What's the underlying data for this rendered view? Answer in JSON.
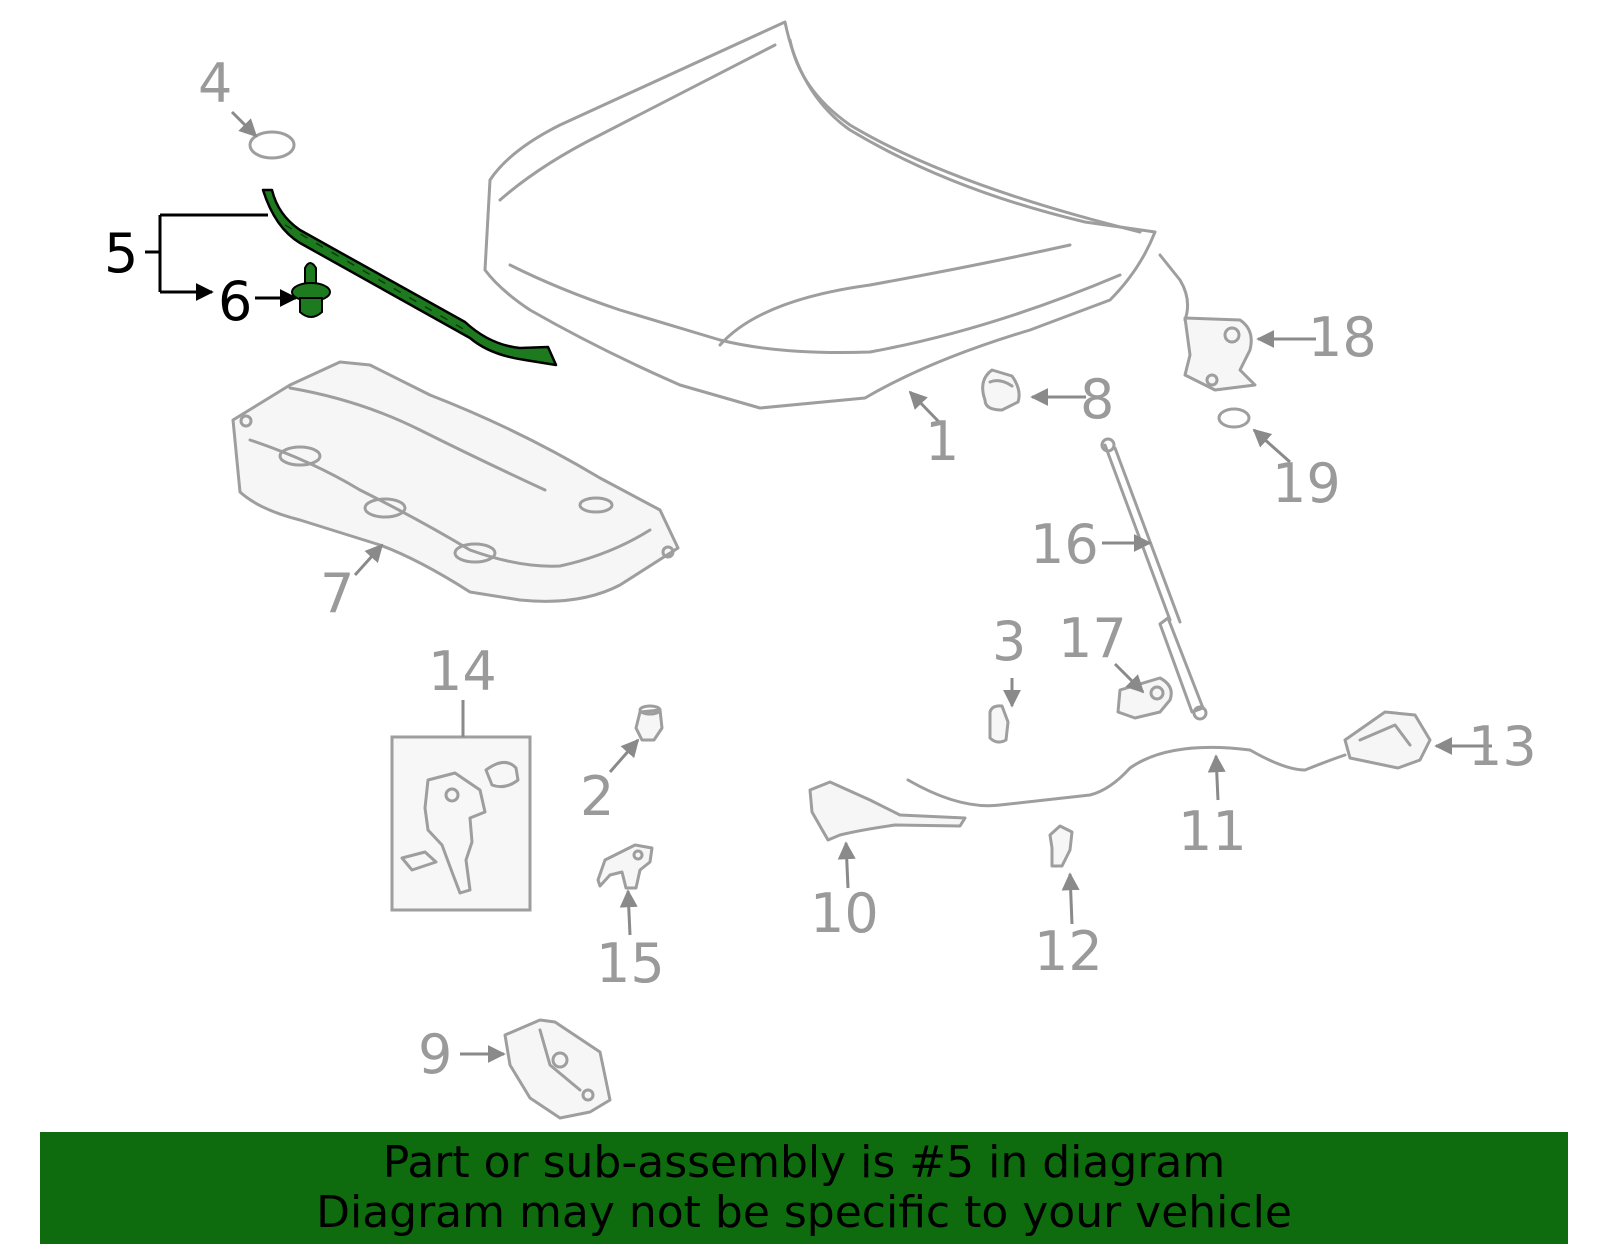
{
  "callouts": [
    {
      "id": "1",
      "text": "1",
      "highlight": false
    },
    {
      "id": "2",
      "text": "2",
      "highlight": false
    },
    {
      "id": "3",
      "text": "3",
      "highlight": false
    },
    {
      "id": "4",
      "text": "4",
      "highlight": false
    },
    {
      "id": "5",
      "text": "5",
      "highlight": true
    },
    {
      "id": "6",
      "text": "6",
      "highlight": true
    },
    {
      "id": "7",
      "text": "7",
      "highlight": false
    },
    {
      "id": "8",
      "text": "8",
      "highlight": false
    },
    {
      "id": "9",
      "text": "9",
      "highlight": false
    },
    {
      "id": "10",
      "text": "10",
      "highlight": false
    },
    {
      "id": "11",
      "text": "11",
      "highlight": false
    },
    {
      "id": "12",
      "text": "12",
      "highlight": false
    },
    {
      "id": "13",
      "text": "13",
      "highlight": false
    },
    {
      "id": "14",
      "text": "14",
      "highlight": false
    },
    {
      "id": "15",
      "text": "15",
      "highlight": false
    },
    {
      "id": "16",
      "text": "16",
      "highlight": false
    },
    {
      "id": "17",
      "text": "17",
      "highlight": false
    },
    {
      "id": "18",
      "text": "18",
      "highlight": false
    },
    {
      "id": "19",
      "text": "19",
      "highlight": false
    }
  ],
  "banner": {
    "line1": "Part or sub-assembly is #5 in diagram",
    "line2": "Diagram may not be specific to your vehicle"
  },
  "colors": {
    "highlight_part": "#1e7a1e",
    "banner_bg": "#0e6b0e",
    "part_outline": "#9e9e9e",
    "label_gray": "#9a9a9a",
    "label_highlight": "#000000"
  }
}
